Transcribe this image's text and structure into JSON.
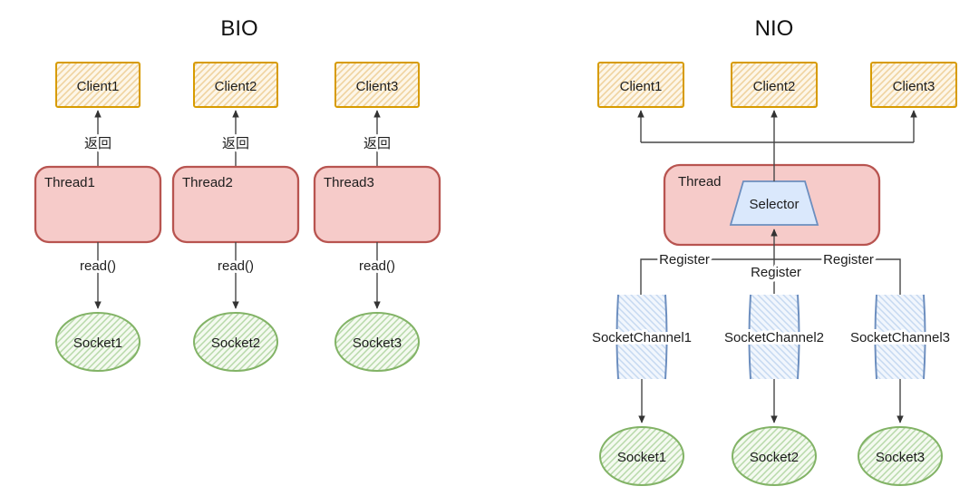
{
  "bio": {
    "title": "BIO",
    "columns": [
      {
        "client": "Client1",
        "return_label": "返回",
        "thread": "Thread1",
        "read_label": "read()",
        "socket": "Socket1"
      },
      {
        "client": "Client2",
        "return_label": "返回",
        "thread": "Thread2",
        "read_label": "read()",
        "socket": "Socket2"
      },
      {
        "client": "Client3",
        "return_label": "返回",
        "thread": "Thread3",
        "read_label": "read()",
        "socket": "Socket3"
      }
    ]
  },
  "nio": {
    "title": "NIO",
    "clients": [
      "Client1",
      "Client2",
      "Client3"
    ],
    "thread_label": "Thread",
    "selector_label": "Selector",
    "register_labels": [
      "Register",
      "Register",
      "Register"
    ],
    "channels": [
      "SocketChannel1",
      "SocketChannel2",
      "SocketChannel3"
    ],
    "sockets": [
      "Socket1",
      "Socket2",
      "Socket3"
    ]
  },
  "colors": {
    "client_border": "#d79b00",
    "client_hatch": "#f0d3a0",
    "thread_fill": "#f6cbc9",
    "thread_border": "#b85450",
    "selector_fill": "#dae8fc",
    "selector_border": "#6c8ebf",
    "channel_border": "#6c8ebf",
    "channel_hatch": "#c6d9f1",
    "socket_border": "#82b366",
    "socket_hatch": "#b7d9a9",
    "connector": "#474747",
    "background": "#ffffff"
  }
}
